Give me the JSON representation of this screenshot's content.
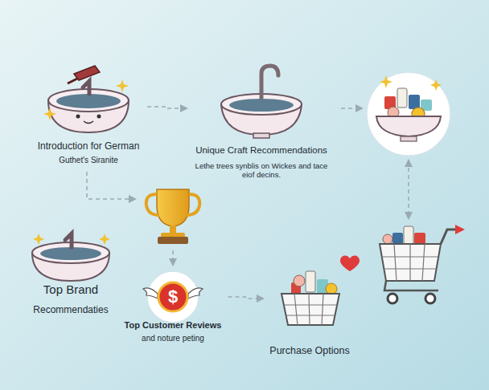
{
  "diagram": {
    "nodes": [
      {
        "text": [
          "Introduction for German",
          "Guthet's Siranite"
        ]
      },
      {
        "text": [
          "Unique Craft Recommendations",
          "Lethe trees synblis on Wickes and tace eiof decins."
        ]
      },
      {
        "text": [
          "Top Brand",
          "Recommendaties"
        ]
      },
      {
        "text": [
          "$",
          "Top Customer Reviews",
          "and noture peting"
        ]
      },
      {
        "text": [
          "Purchase Options"
        ]
      }
    ],
    "edges": [
      {
        "from": 0,
        "to": 1,
        "arrow": "to"
      },
      {
        "from": 3,
        "to": 4,
        "arrow": "to"
      }
    ]
  }
}
